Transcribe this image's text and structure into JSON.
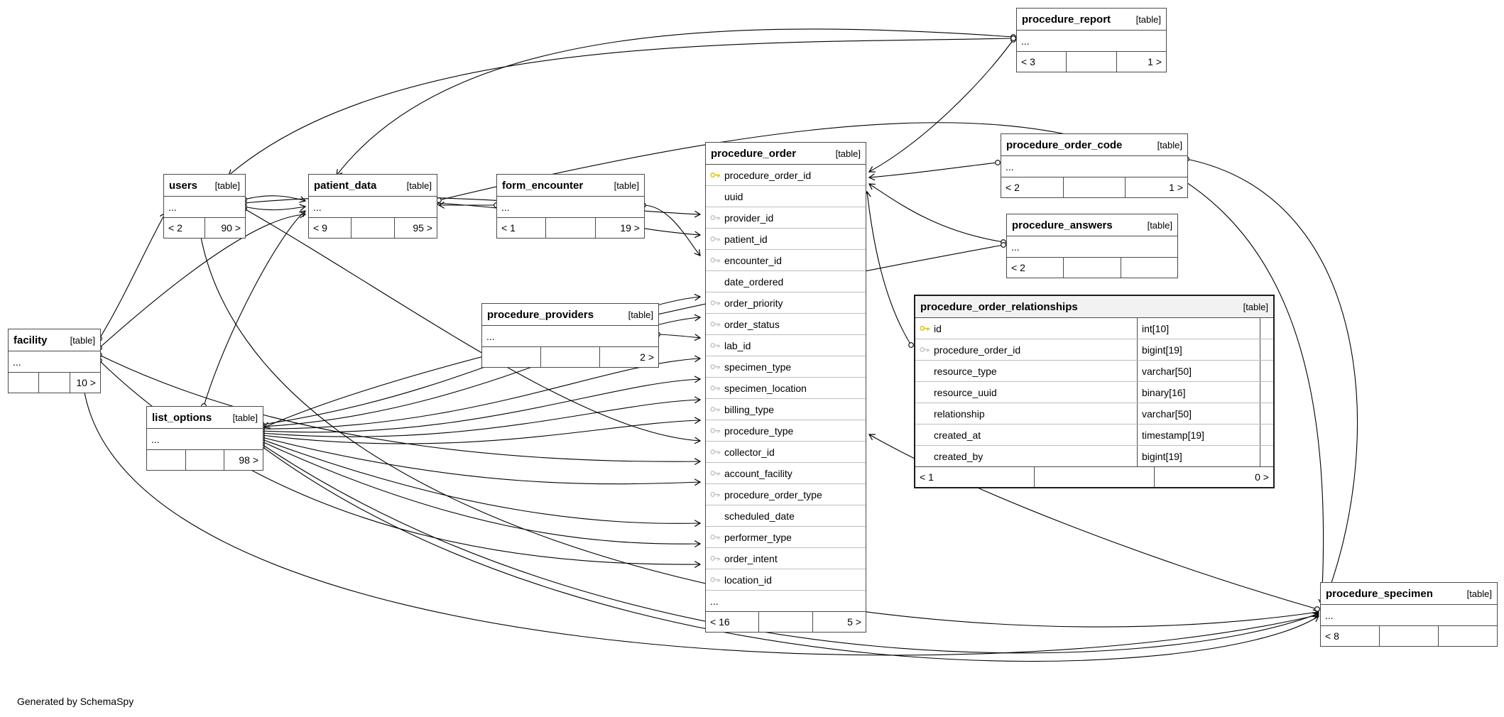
{
  "page": {
    "footer_note": "Generated by SchemaSpy"
  },
  "tables": [
    {
      "id": "facility",
      "name": "facility",
      "tag": "[table]",
      "rows": [
        {
          "label": "..."
        }
      ],
      "footer": [
        "",
        "",
        "10 >"
      ]
    },
    {
      "id": "users",
      "name": "users",
      "tag": "[table]",
      "rows": [
        {
          "label": "..."
        }
      ],
      "footer": [
        "< 2",
        "90 >"
      ]
    },
    {
      "id": "patient_data",
      "name": "patient_data",
      "tag": "[table]",
      "rows": [
        {
          "label": "..."
        }
      ],
      "footer": [
        "< 9",
        "",
        "95 >"
      ]
    },
    {
      "id": "form_encounter",
      "name": "form_encounter",
      "tag": "[table]",
      "rows": [
        {
          "label": "..."
        }
      ],
      "footer": [
        "< 1",
        "",
        "19 >"
      ]
    },
    {
      "id": "procedure_providers",
      "name": "procedure_providers",
      "tag": "[table]",
      "rows": [
        {
          "label": "..."
        }
      ],
      "footer": [
        "",
        "",
        "2 >"
      ]
    },
    {
      "id": "list_options",
      "name": "list_options",
      "tag": "[table]",
      "rows": [
        {
          "label": "..."
        }
      ],
      "footer": [
        "",
        "",
        "98 >"
      ]
    },
    {
      "id": "procedure_order",
      "name": "procedure_order",
      "tag": "[table]",
      "rows": [
        {
          "label": "procedure_order_id",
          "key": "pk"
        },
        {
          "label": "uuid"
        },
        {
          "label": "provider_id",
          "key": "fk"
        },
        {
          "label": "patient_id",
          "key": "fk"
        },
        {
          "label": "encounter_id",
          "key": "fk"
        },
        {
          "label": "date_ordered"
        },
        {
          "label": "order_priority",
          "key": "fk"
        },
        {
          "label": "order_status",
          "key": "fk"
        },
        {
          "label": "lab_id",
          "key": "fk"
        },
        {
          "label": "specimen_type",
          "key": "fk"
        },
        {
          "label": "specimen_location",
          "key": "fk"
        },
        {
          "label": "billing_type",
          "key": "fk"
        },
        {
          "label": "procedure_type",
          "key": "fk"
        },
        {
          "label": "collector_id",
          "key": "fk"
        },
        {
          "label": "account_facility",
          "key": "fk"
        },
        {
          "label": "procedure_order_type",
          "key": "fk"
        },
        {
          "label": "scheduled_date"
        },
        {
          "label": "performer_type",
          "key": "fk"
        },
        {
          "label": "order_intent",
          "key": "fk"
        },
        {
          "label": "location_id",
          "key": "fk"
        },
        {
          "label": "..."
        }
      ],
      "footer": [
        "< 16",
        "",
        "5 >"
      ]
    },
    {
      "id": "procedure_report",
      "name": "procedure_report",
      "tag": "[table]",
      "rows": [
        {
          "label": "..."
        }
      ],
      "footer": [
        "< 3",
        "",
        "1 >"
      ]
    },
    {
      "id": "procedure_order_code",
      "name": "procedure_order_code",
      "tag": "[table]",
      "rows": [
        {
          "label": "..."
        }
      ],
      "footer": [
        "< 2",
        "",
        "1 >"
      ]
    },
    {
      "id": "procedure_answers",
      "name": "procedure_answers",
      "tag": "[table]",
      "rows": [
        {
          "label": "..."
        }
      ],
      "footer": [
        "< 2",
        "",
        ""
      ]
    },
    {
      "id": "procedure_order_relationships",
      "name": "procedure_order_relationships",
      "tag": "[table]",
      "rows": [
        {
          "label": "id",
          "type": "int[10]",
          "key": "pk"
        },
        {
          "label": "procedure_order_id",
          "type": "bigint[19]",
          "key": "fk"
        },
        {
          "label": "resource_type",
          "type": "varchar[50]"
        },
        {
          "label": "resource_uuid",
          "type": "binary[16]"
        },
        {
          "label": "relationship",
          "type": "varchar[50]"
        },
        {
          "label": "created_at",
          "type": "timestamp[19]"
        },
        {
          "label": "created_by",
          "type": "bigint[19]"
        }
      ],
      "footer": [
        "< 1",
        "",
        "0 >"
      ]
    },
    {
      "id": "procedure_specimen",
      "name": "procedure_specimen",
      "tag": "[table]",
      "rows": [
        {
          "label": "..."
        }
      ],
      "footer": [
        "< 8",
        "",
        ""
      ]
    }
  ]
}
